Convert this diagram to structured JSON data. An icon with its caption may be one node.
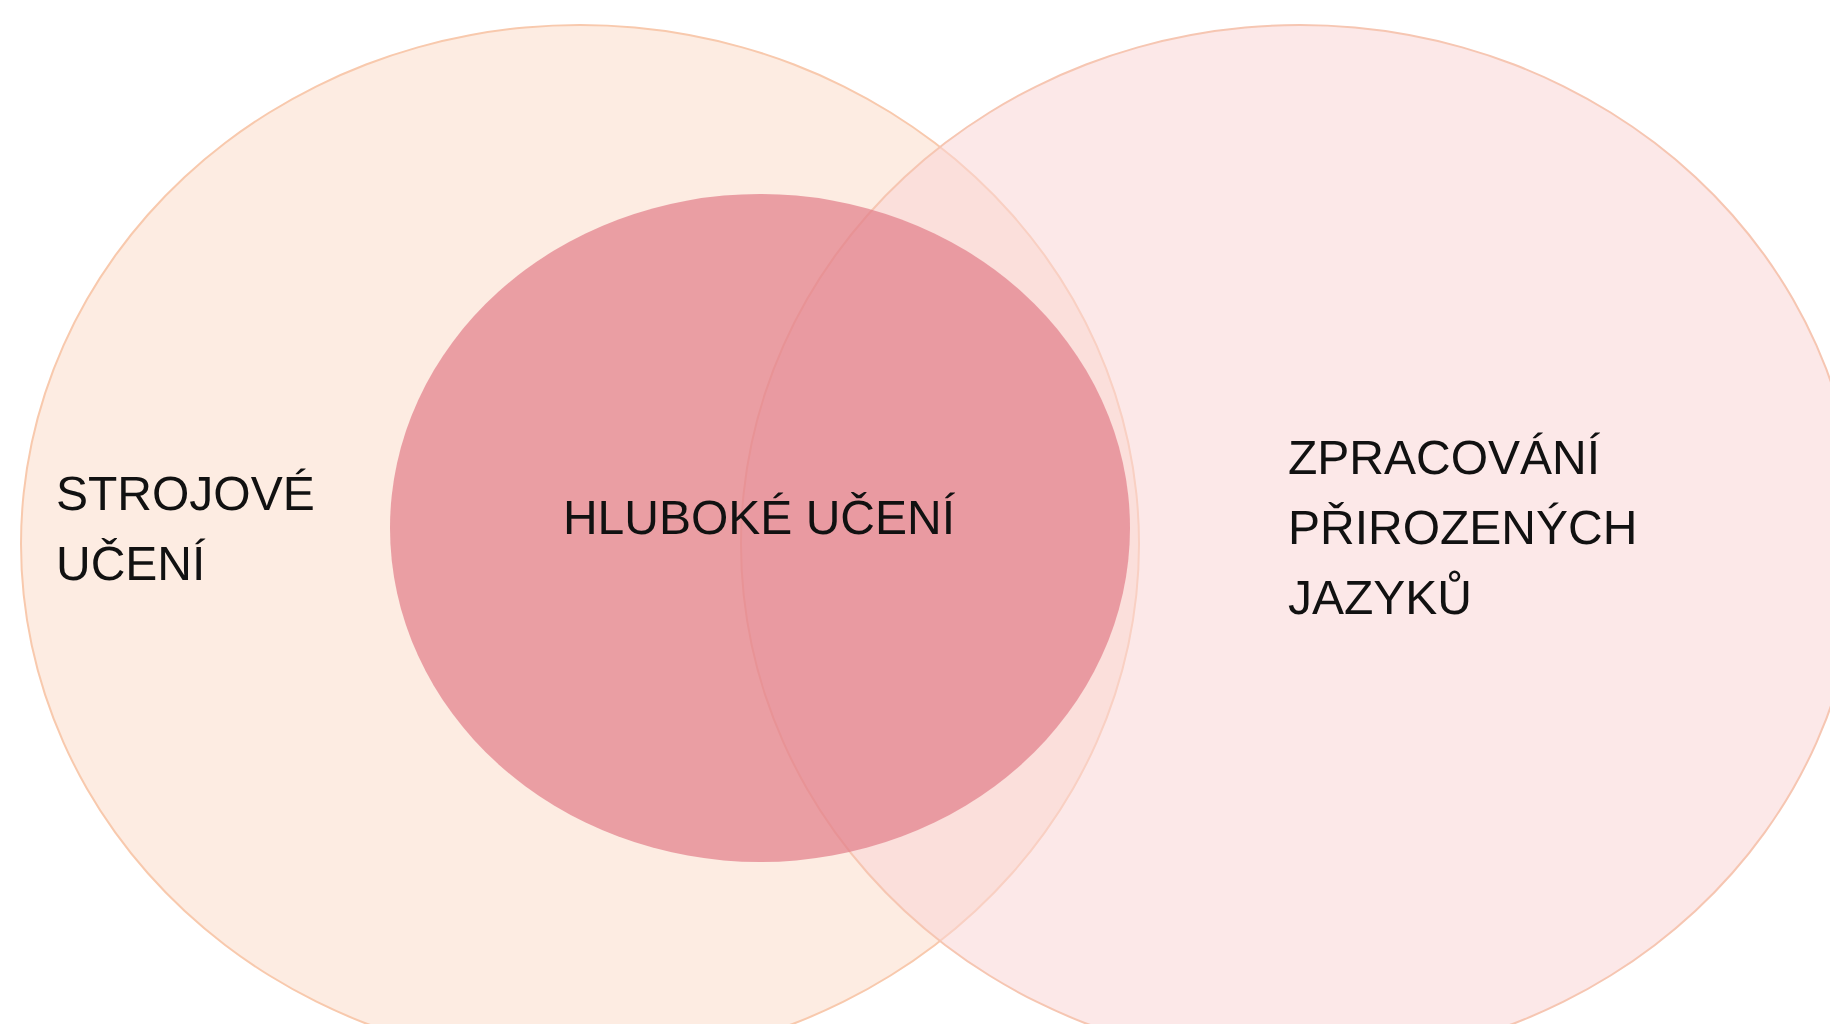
{
  "diagram": {
    "nodes": [
      {
        "text": [
          "STROJOVÉ UČENÍ"
        ]
      },
      {
        "text": [
          "ZPRACOVÁNÍ PŘIROZENÝCH JAZYKŮ"
        ]
      },
      {
        "text": [
          "HLUBOKÉ UČENÍ"
        ],
        "in": 0
      }
    ]
  }
}
